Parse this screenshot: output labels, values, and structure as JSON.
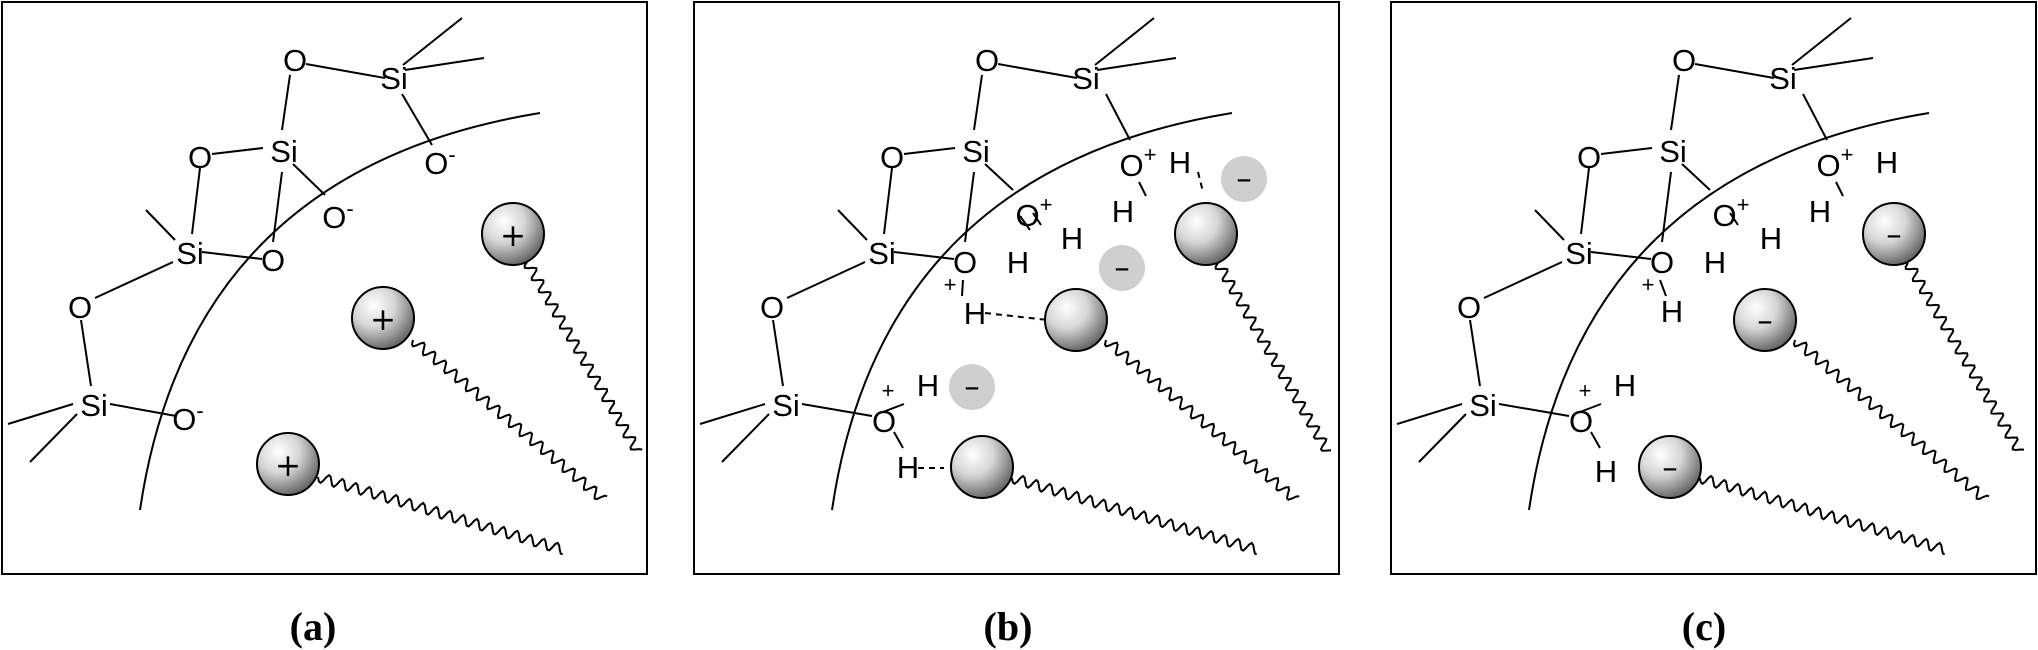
{
  "panels": [
    {
      "label": "(a)",
      "surface_charge": "O-",
      "head_group_sign": "+",
      "atoms": [
        "O",
        "Si",
        "O",
        "Si",
        "O-",
        "Si",
        "O-",
        "O",
        "O",
        "Si",
        "O-"
      ]
    },
    {
      "label": "(b)",
      "surface_charge": "OH2+",
      "head_group_sign": "",
      "counter_ion_sign": "–",
      "atoms": [
        "O",
        "Si",
        "O",
        "Si",
        "O",
        "H",
        "H",
        "O",
        "H",
        "H",
        "Si",
        "O",
        "O",
        "H",
        "Si",
        "O",
        "H",
        "H"
      ]
    },
    {
      "label": "(c)",
      "surface_charge": "OH2+",
      "head_group_sign": "–",
      "atoms": [
        "O",
        "Si",
        "O",
        "Si",
        "O",
        "H",
        "H",
        "O",
        "H",
        "H",
        "Si",
        "O",
        "H",
        "O",
        "Si",
        "O",
        "H",
        "H"
      ]
    }
  ],
  "symbols": {
    "plus": "+",
    "minus": "–",
    "superscript_minus": "-"
  },
  "colors": {
    "sphere_light": "#ffffff",
    "sphere_dark": "#6a6a6a",
    "counter_ion": "#cfcfcf",
    "line": "#000000"
  }
}
